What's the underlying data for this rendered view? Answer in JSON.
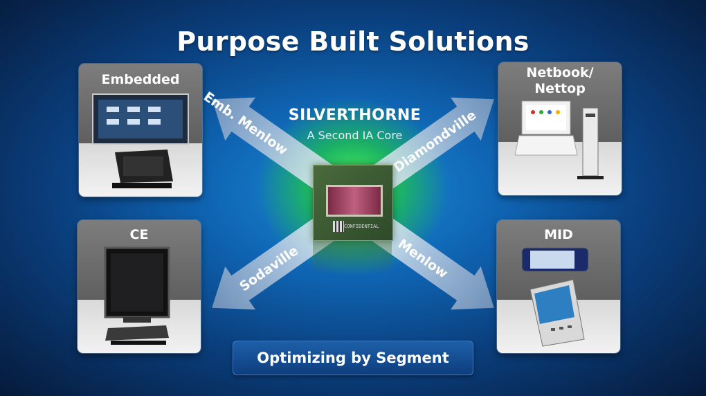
{
  "slide": {
    "title": "Purpose Built Solutions",
    "center": {
      "title": "SILVERTHORNE",
      "subtitle": "A Second IA Core",
      "chip_text": "CONFIDENTIAL"
    },
    "panels": [
      {
        "id": "embedded",
        "label": "Embedded"
      },
      {
        "id": "netbook",
        "label_lines": [
          "Netbook/",
          "Nettop"
        ]
      },
      {
        "id": "ce",
        "label": "CE"
      },
      {
        "id": "mid",
        "label": "MID"
      }
    ],
    "arrows": [
      {
        "id": "emb-menlow",
        "label": "Emb. Menlow"
      },
      {
        "id": "diamondville",
        "label": "Diamondville"
      },
      {
        "id": "sodaville",
        "label": "Sodaville"
      },
      {
        "id": "menlow",
        "label": "Menlow"
      }
    ],
    "footer": {
      "label": "Optimizing by Segment"
    }
  }
}
